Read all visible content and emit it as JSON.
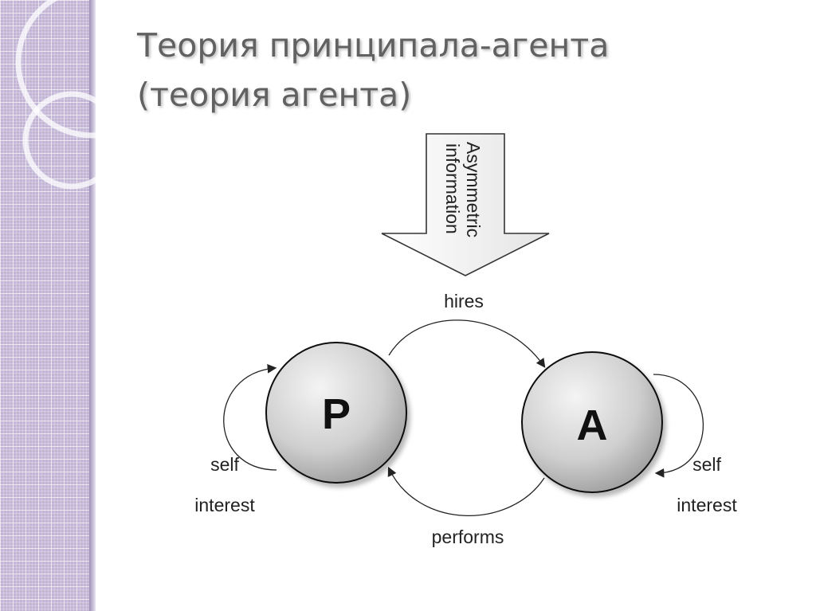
{
  "slide": {
    "title_line1": "Теория принципала-агента",
    "title_line2": "(теория агента)"
  },
  "diagram": {
    "arrow_label_line1": "Asymmetric",
    "arrow_label_line2": "information",
    "principal_letter": "P",
    "agent_letter": "A",
    "hires_label": "hires",
    "performs_label": "performs",
    "left_loop_line1": "self",
    "left_loop_line2": "interest",
    "right_loop_line1": "self",
    "right_loop_line2": "interest"
  },
  "colors": {
    "band": "#c2b5d6",
    "title": "#616161",
    "arrow_fill": "#f2f2f2",
    "node_light": "#f4f4f4",
    "node_dark": "#9a9a9a"
  }
}
